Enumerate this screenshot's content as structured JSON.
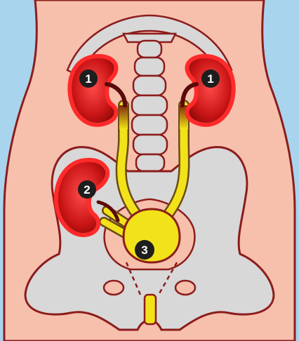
{
  "colors": {
    "background": "#a9d4ee",
    "skin": "#f6c0ad",
    "outline": "#8c1c1c",
    "bone": "#d8d8d8",
    "kidney": "#d81f1f",
    "kidney_glow": "#ff3b3b",
    "ureter": "#f2e21a",
    "bladder": "#f2e21a",
    "marker": "#1e1e1e"
  },
  "markers": [
    {
      "id": "kidney-left",
      "label": "1"
    },
    {
      "id": "kidney-right",
      "label": "1"
    },
    {
      "id": "ectopic-kidney",
      "label": "2"
    },
    {
      "id": "bladder",
      "label": "3"
    }
  ]
}
